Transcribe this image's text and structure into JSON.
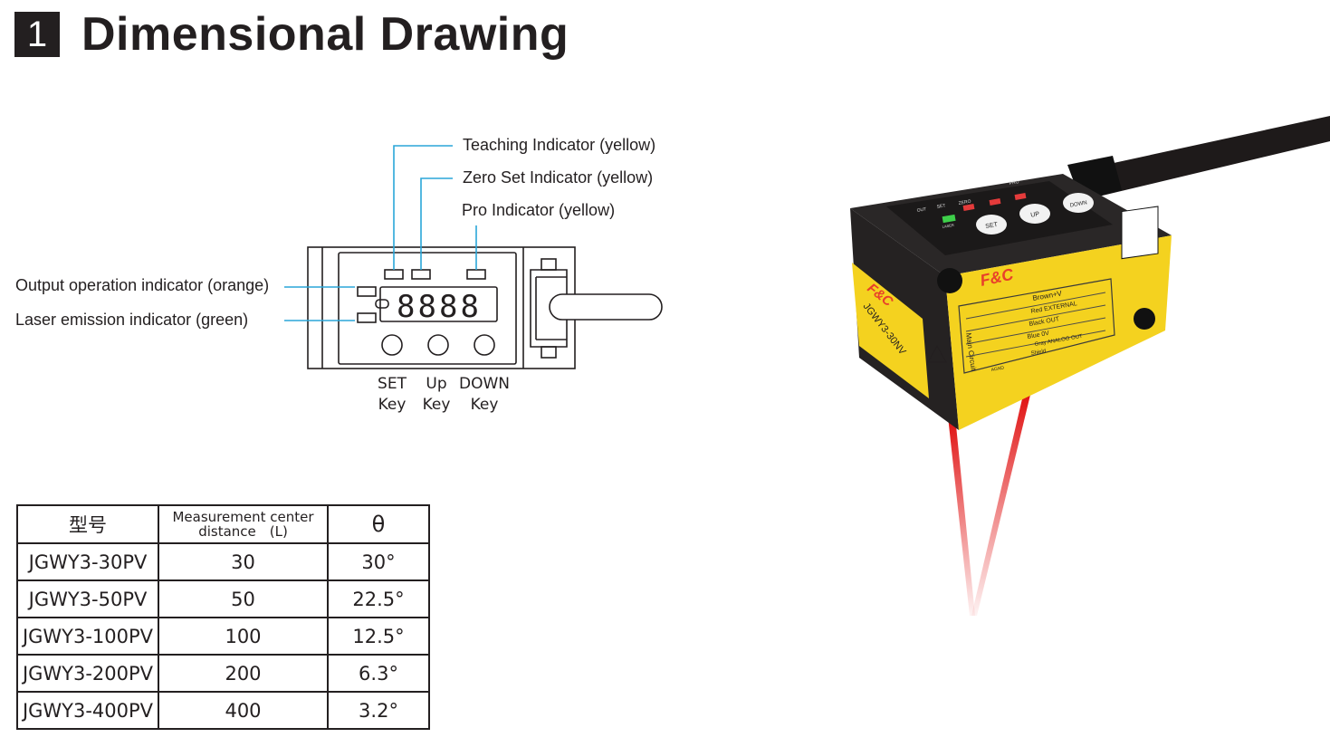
{
  "header": {
    "number": "1",
    "title": "Dimensional Drawing"
  },
  "diagram": {
    "labels": {
      "teaching": "Teaching Indicator (yellow)",
      "zero_set": "Zero Set Indicator (yellow)",
      "pro": "Pro Indicator (yellow)",
      "output": "Output operation indicator (orange)",
      "laser": "Laser emission indicator (green)"
    },
    "display_digits": "8888",
    "keys": {
      "set": [
        "SET",
        "Key"
      ],
      "up": [
        "Up",
        "Key"
      ],
      "down": [
        "DOWN",
        "Key"
      ]
    },
    "leader_color": "#2aa6d8"
  },
  "table": {
    "headers": {
      "model": "型号",
      "distance_line1": "Measurement center",
      "distance_line2": "distance　(L)",
      "angle": "θ"
    },
    "rows": [
      {
        "model": "JGWY3-30PV",
        "distance": "30",
        "angle": "30°"
      },
      {
        "model": "JGWY3-50PV",
        "distance": "50",
        "angle": "22.5°"
      },
      {
        "model": "JGWY3-100PV",
        "distance": "100",
        "angle": "12.5°"
      },
      {
        "model": "JGWY3-200PV",
        "distance": "200",
        "angle": "6.3°"
      },
      {
        "model": "JGWY3-400PV",
        "distance": "400",
        "angle": "3.2°"
      }
    ]
  },
  "product_photo": {
    "brand": "F&C",
    "model_text": "JGWY3-30NV",
    "panel_labels": [
      "OUT",
      "SET",
      "ZERO",
      "PRO",
      "LASER"
    ],
    "buttons": [
      "SET",
      "UP",
      "DOWN"
    ],
    "wiring": [
      "Brown+V",
      "Red EXTERNAL",
      "Black OUT",
      "Blue 0V",
      "Gray ANALOG OUT",
      "Shield",
      "AGND"
    ],
    "circuit_label": "Main Circuit",
    "brand_color": "#e8402a",
    "body_color": "#f4d21f",
    "laser_color": "#e01010"
  }
}
